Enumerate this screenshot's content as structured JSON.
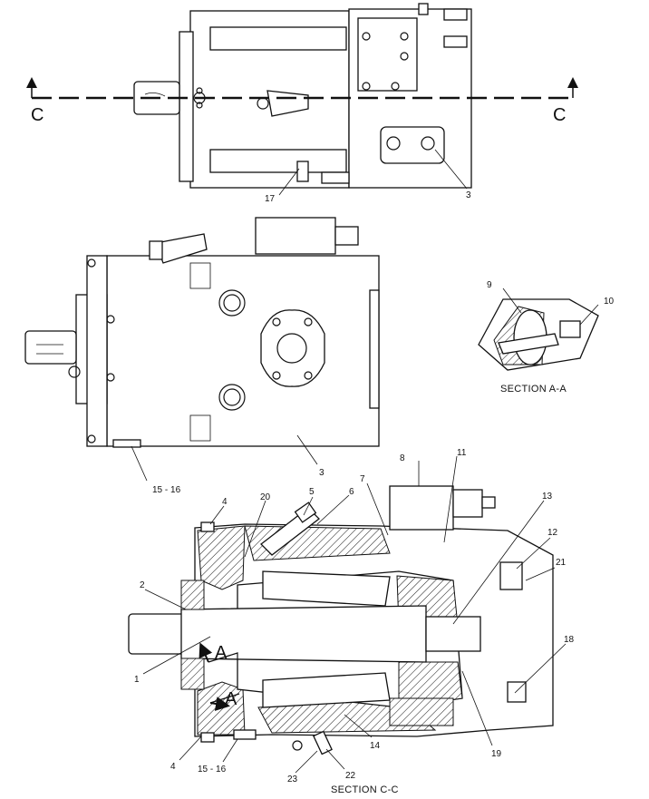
{
  "section_marks": {
    "left": "C",
    "right": "C"
  },
  "section_titles": {
    "a_a": "SECTION A-A",
    "c_c": "SECTION C-C"
  },
  "arrow_letters": {
    "upper": "A",
    "lower": "A"
  },
  "callouts": {
    "top_view": {
      "c17": "17",
      "c3": "3"
    },
    "side_view": {
      "c3": "3",
      "c15_16": "15 - 16"
    },
    "section_a": {
      "c9": "9",
      "c10": "10"
    },
    "section_c": {
      "c8": "8",
      "c11": "11",
      "c7": "7",
      "c4_top": "4",
      "c20": "20",
      "c5": "5",
      "c6": "6",
      "c13": "13",
      "c12": "12",
      "c21": "21",
      "c2": "2",
      "c18": "18",
      "c1": "1",
      "c19": "19",
      "c14": "14",
      "c4_bottom": "4",
      "c15_16": "15 - 16",
      "c22": "22",
      "c23": "23"
    }
  }
}
